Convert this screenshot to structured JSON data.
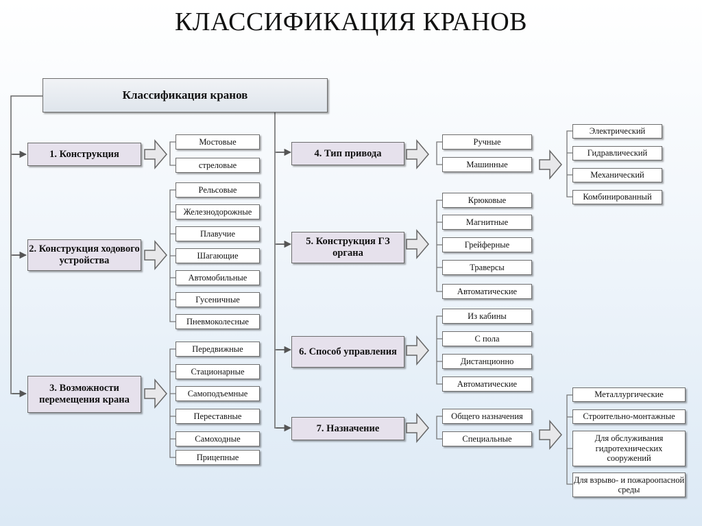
{
  "title": "КЛАССИФИКАЦИЯ КРАНОВ",
  "root": "Классификация кранов",
  "categories": [
    {
      "label": "1. Конструкция",
      "items": [
        "Мостовые",
        "стреловые"
      ]
    },
    {
      "label": "2. Конструкция ходового устройства",
      "items": [
        "Рельсовые",
        "Железнодорожные",
        "Плавучие",
        "Шагающие",
        "Автомобильные",
        "Гусеничные",
        "Пневмоколесные"
      ]
    },
    {
      "label": "3. Возможности перемещения крана",
      "items": [
        "Передвижные",
        "Стационарные",
        "Самоподъемные",
        "Переставные",
        "Самоходные",
        "Прицепные"
      ]
    },
    {
      "label": "4. Тип привода",
      "items": [
        "Ручные",
        "Машинные"
      ],
      "sub": [
        "Электрический",
        "Гидравлический",
        "Механический",
        "Комбинированный"
      ]
    },
    {
      "label": "5. Конструкция ГЗ органа",
      "items": [
        "Крюковые",
        "Магнитные",
        "Грейферные",
        "Траверсы",
        "Автоматические"
      ]
    },
    {
      "label": "6. Способ управления",
      "items": [
        "Из кабины",
        "С пола",
        "Дистанционно",
        "Автоматические"
      ]
    },
    {
      "label": "7. Назначение",
      "items": [
        "Общего назначения",
        "Специальные"
      ],
      "sub": [
        "Металлургические",
        "Строительно-монтажные",
        "Для обслуживания гидротехнических сооружений",
        "Для взрыво- и пожароопасной среды"
      ]
    }
  ]
}
